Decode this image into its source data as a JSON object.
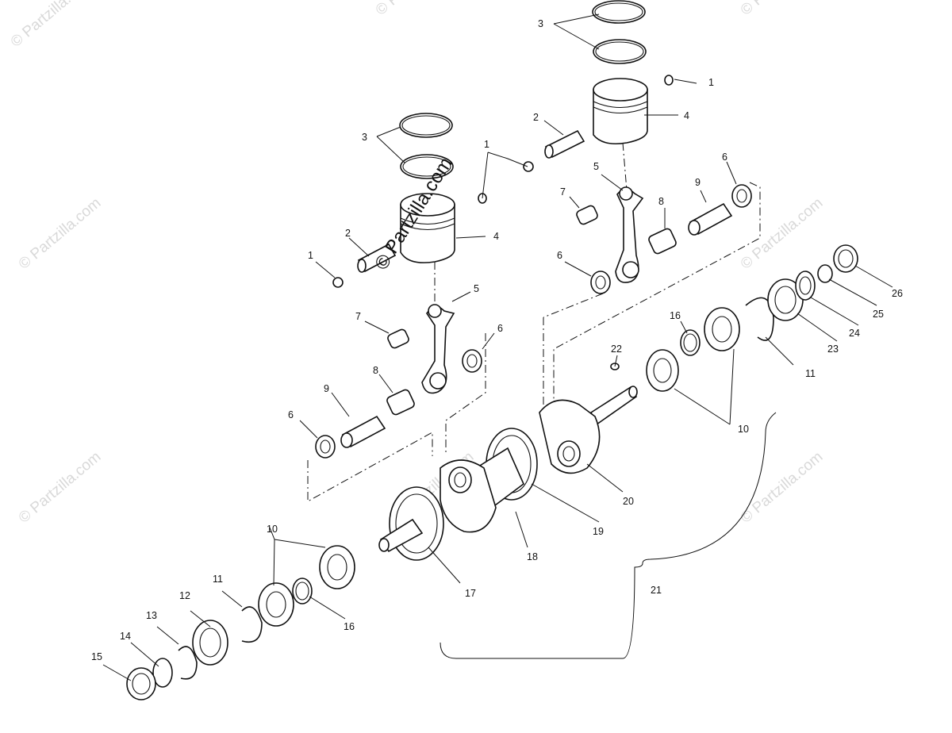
{
  "watermark": "© Partzilla.com",
  "callouts": [
    {
      "id": "c1-a",
      "text": "1"
    },
    {
      "id": "c1-b",
      "text": "1"
    },
    {
      "id": "c1-c",
      "text": "1"
    },
    {
      "id": "c2-a",
      "text": "2"
    },
    {
      "id": "c2-b",
      "text": "2"
    },
    {
      "id": "c3-a",
      "text": "3"
    },
    {
      "id": "c3-b",
      "text": "3"
    },
    {
      "id": "c4-a",
      "text": "4"
    },
    {
      "id": "c4-b",
      "text": "4"
    },
    {
      "id": "c5-a",
      "text": "5"
    },
    {
      "id": "c5-b",
      "text": "5"
    },
    {
      "id": "c6-a",
      "text": "6"
    },
    {
      "id": "c6-b",
      "text": "6"
    },
    {
      "id": "c6-c",
      "text": "6"
    },
    {
      "id": "c6-d",
      "text": "6"
    },
    {
      "id": "c7-a",
      "text": "7"
    },
    {
      "id": "c7-b",
      "text": "7"
    },
    {
      "id": "c8-a",
      "text": "8"
    },
    {
      "id": "c8-b",
      "text": "8"
    },
    {
      "id": "c9-a",
      "text": "9"
    },
    {
      "id": "c9-b",
      "text": "9"
    },
    {
      "id": "c10-a",
      "text": "10"
    },
    {
      "id": "c10-b",
      "text": "10"
    },
    {
      "id": "c11-a",
      "text": "11"
    },
    {
      "id": "c11-b",
      "text": "11"
    },
    {
      "id": "c12",
      "text": "12"
    },
    {
      "id": "c13",
      "text": "13"
    },
    {
      "id": "c14",
      "text": "14"
    },
    {
      "id": "c15",
      "text": "15"
    },
    {
      "id": "c16-a",
      "text": "16"
    },
    {
      "id": "c16-b",
      "text": "16"
    },
    {
      "id": "c17",
      "text": "17"
    },
    {
      "id": "c18",
      "text": "18"
    },
    {
      "id": "c19",
      "text": "19"
    },
    {
      "id": "c20",
      "text": "20"
    },
    {
      "id": "c21",
      "text": "21"
    },
    {
      "id": "c22",
      "text": "22"
    },
    {
      "id": "c23",
      "text": "23"
    },
    {
      "id": "c24",
      "text": "24"
    },
    {
      "id": "c25",
      "text": "25"
    },
    {
      "id": "c26",
      "text": "26"
    }
  ]
}
